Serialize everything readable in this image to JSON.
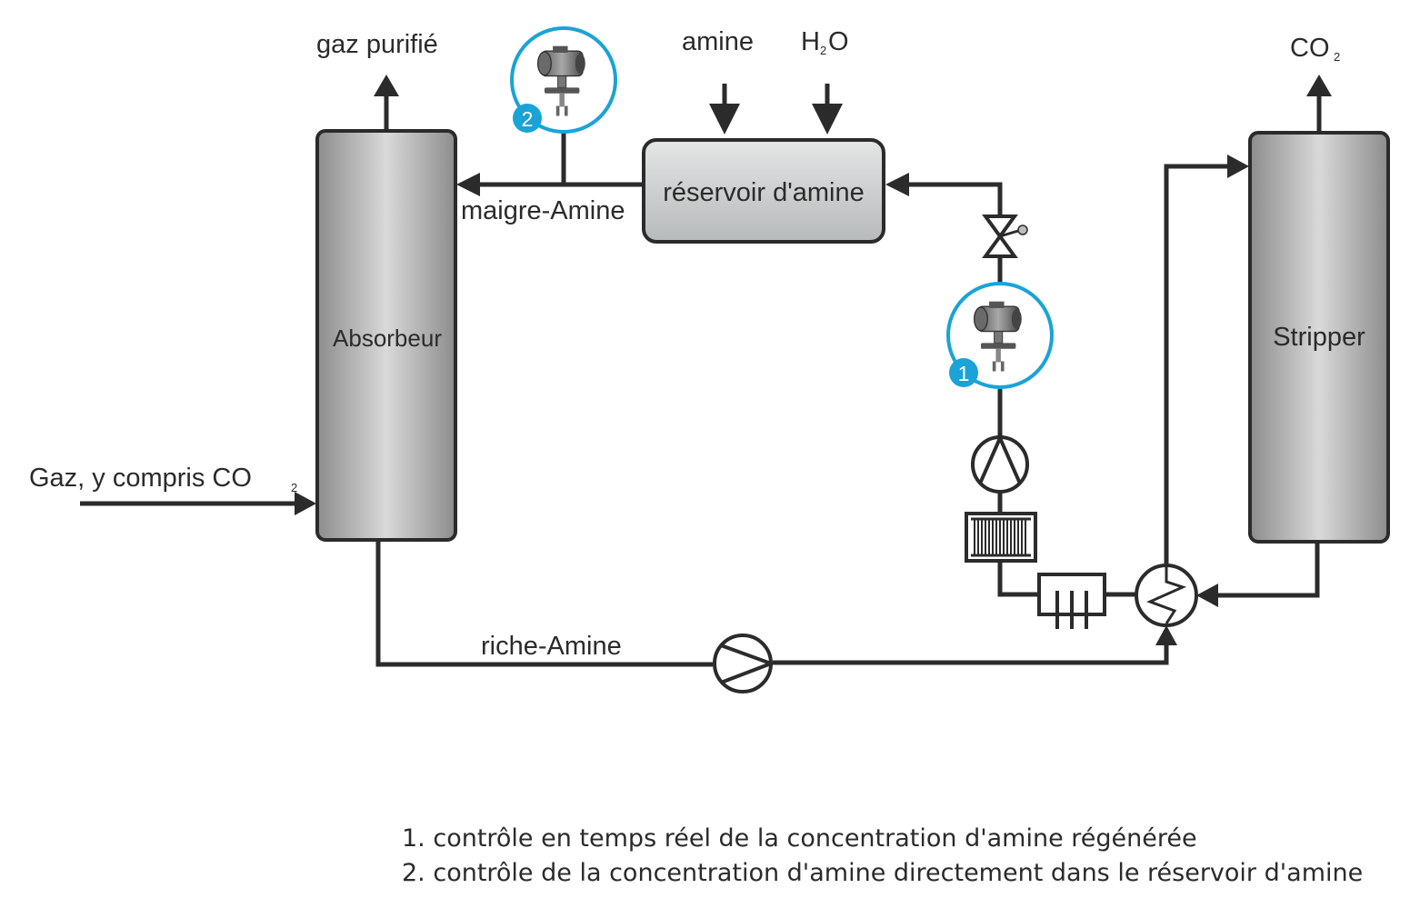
{
  "labels": {
    "purified_gas": "gaz purifié",
    "amine_input": "amine",
    "water_h": "H",
    "water_sub": "2",
    "water_o": "O",
    "co2_out_base": "CO",
    "co2_out_sub": "2",
    "inlet_gas_base": "Gaz, y compris CO",
    "inlet_gas_sub": "2",
    "lean_amine": "maigre-Amine",
    "rich_amine": "riche-Amine"
  },
  "equipment": {
    "absorber": "Absorbeur",
    "stripper": "Stripper",
    "amine_tank": "réservoir d'amine"
  },
  "sensors": [
    {
      "number": "1"
    },
    {
      "number": "2"
    }
  ],
  "legend": [
    "1. contrôle en temps réel de la concentration d'amine régénérée",
    "2. contrôle de la concentration d'amine directement dans le réservoir d'amine"
  ],
  "colors": {
    "line": "#2b2b2b",
    "sensor_ring": "#1aa3d6",
    "badge": "#1aa3d6"
  }
}
